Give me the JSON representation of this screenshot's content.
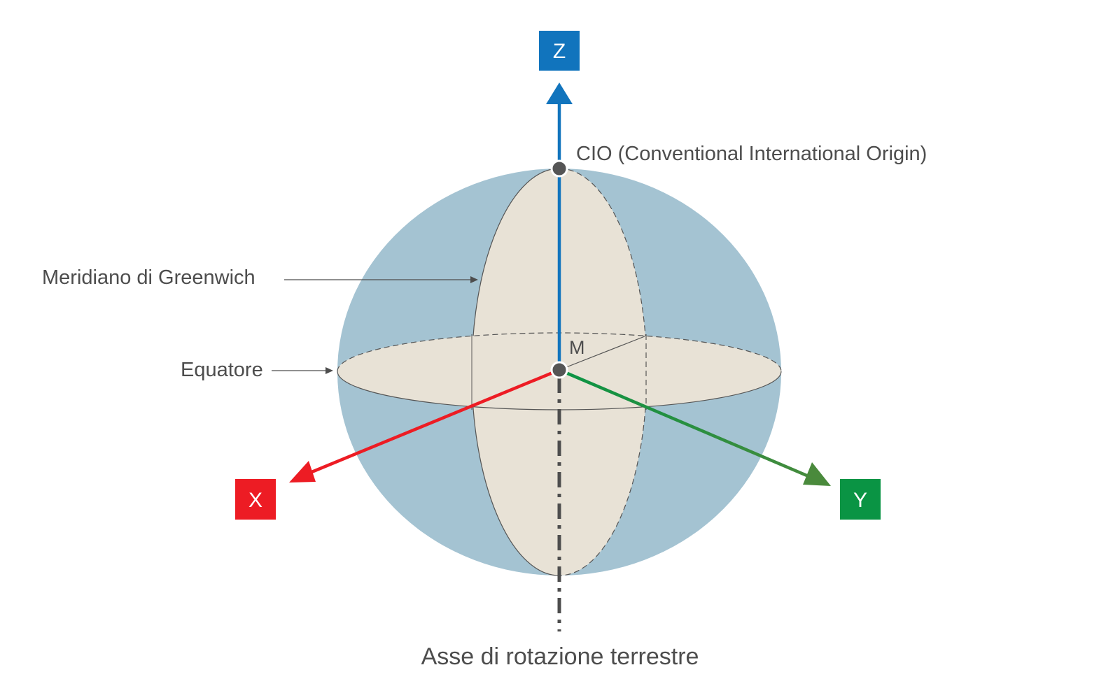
{
  "axes": {
    "z": {
      "label": "Z",
      "color": "#1174bd"
    },
    "x": {
      "label": "X",
      "color": "#ed1c24"
    },
    "y": {
      "label": "Y",
      "color": "#0a9444",
      "arrow_color": "#4a8a3c"
    }
  },
  "labels": {
    "cio": "CIO (Conventional International Origin)",
    "greenwich": "Meridiano di Greenwich",
    "equator": "Equatore",
    "center": "M",
    "rotation_axis": "Asse di rotazione terrestre"
  },
  "colors": {
    "sphere": "#a4c3d2",
    "plane": "#e8e2d6",
    "text": "#4d4d4d"
  }
}
